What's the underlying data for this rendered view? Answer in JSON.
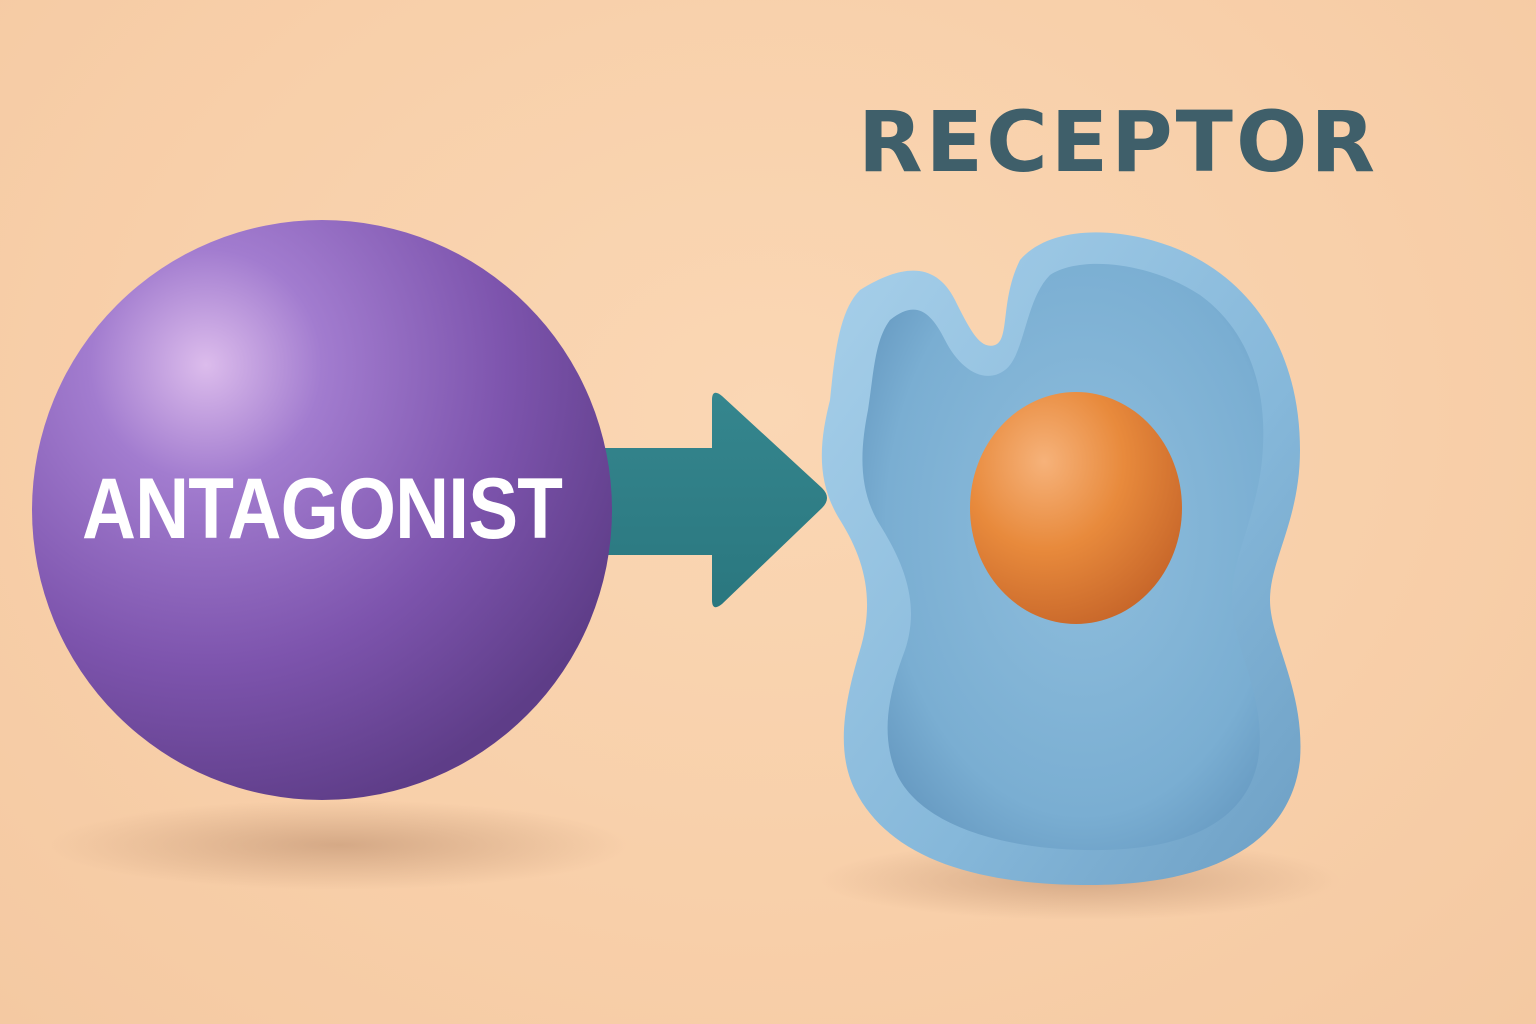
{
  "diagram": {
    "receptor_label": "RECEPTOR",
    "antagonist_label": "ANTAGONIST",
    "arrow_direction": "right",
    "colors": {
      "background": "#f8d2ae",
      "antagonist": "#8a5fb8",
      "arrow": "#2f8088",
      "receptor": "#8cbcdc",
      "ligand": "#e98a3c",
      "receptor_label_text": "#3f5f6a"
    },
    "shapes": {
      "antagonist": "sphere",
      "receptor": "cupped-blob-with-notch",
      "ligand": "sphere"
    }
  }
}
